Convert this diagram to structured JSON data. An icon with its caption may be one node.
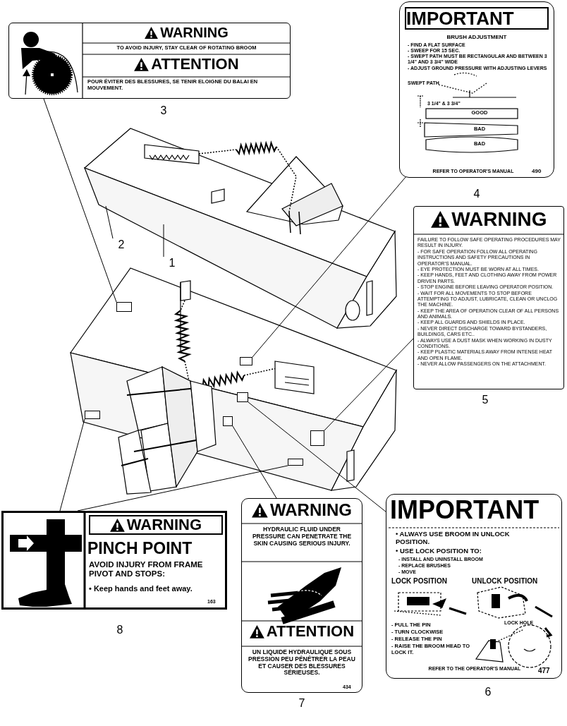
{
  "diagram": {
    "nodes": [
      {
        "text": [
          "WARNING",
          "TO AVOID INJURY, STAY CLEAR OF ROTATING BROOM",
          "ATTENTION",
          "POUR ÉVITER DES BLESSURES, SE TENIR ELOIGNE DU BALAI EN MOUVEMENT."
        ],
        "beside": [
          "3"
        ]
      },
      {
        "text": [
          "IMPORTANT",
          "BRUSH ADJUSTMENT",
          "- FIND A FLAT SURFACE",
          "- SWEEP FOR 15 SEC.",
          "- SWEPT PATH MUST BE RECTANGULAR AND BETWEEN 3 1/4\" AND 3 3/4\" WIDE",
          "- ADJUST GROUND PRESSURE WITH ADJUSTING LEVERS",
          "SWEPT PATH",
          "3 1/4\" & 3 3/4\"",
          "GOOD",
          "BAD",
          "BAD",
          "REFER TO OPERATOR'S MANUAL",
          "490"
        ],
        "beside": [
          "4"
        ]
      },
      {
        "text": [],
        "shape": "picture"
      },
      {
        "text": [
          "2"
        ],
        "in": 2
      },
      {
        "text": [
          "1"
        ],
        "in": 2
      },
      {
        "text": [],
        "shape": "box",
        "in": 2
      },
      {
        "text": [
          "WARNING",
          "FAILURE TO FOLLOW SAFE OPERATING PROCEDURES MAY RESULT IN INJURY.",
          "- FOR SAFE OPERATION FOLLOW ALL OPERATING INSTRUCTIONS AND SAFETY PRECAUTIONS IN OPERATOR'S MANUAL.",
          "- EYE PROTECTION MUST BE WORN AT ALL TIMES.",
          "- KEEP HANDS, FEET AND CLOTHING AWAY FROM POWER DRIVEN PARTS.",
          "- STOP ENGINE BEFORE LEAVING OPERATOR POSITION.",
          "- WAIT FOR ALL MOVEMENTS TO STOP BEFORE ATTEMPTING TO ADJUST, LUBRICATE, CLEAN OR UNCLOG THE MACHINE.",
          "- KEEP THE AREA OF OPERATION CLEAR OF ALL PERSONS AND ANIMALS.",
          "- KEEP ALL GUARDS AND SHIELDS IN PLACE.",
          "- NEVER DIRECT DISCHARGE TOWARD BYSTANDERS, BUILDINGS, CARS ETC..",
          "- ALWAYS USE A DUST MASK WHEN WORKING IN DUSTY CONDITIONS.",
          "- KEEP PLASTIC MATERIALS AWAY FROM INTENSE HEAT AND OPEN FLAME.",
          "- NEVER ALLOW PASSENGERS ON THE ATTACHMENT."
        ],
        "beside": [
          "5"
        ]
      },
      {
        "text": [],
        "shape": "box",
        "in": 2
      },
      {
        "text": [],
        "shape": "box",
        "in": 2
      },
      {
        "text": [],
        "shape": "box",
        "in": 2
      },
      {
        "text": [],
        "shape": "box",
        "in": 2
      },
      {
        "text": [],
        "shape": "box",
        "in": 2
      },
      {
        "text": [],
        "shape": "box",
        "in": 2
      },
      {
        "text": [
          "WARNING",
          "PINCH POINT",
          "AVOID INJURY FROM FRAME PIVOT AND STOPS:",
          "• Keep hands and feet away.",
          "163"
        ],
        "beside": [
          "8"
        ]
      },
      {
        "text": [
          "WARNING",
          "HYDRAULIC FLUID UNDER PRESSURE CAN PENETRATE THE SKIN CAUSING SERIOUS INJURY.",
          "ATTENTION",
          "UN LIQUIDE HYDRAULIQUE SOUS PRESSION PEU PÉNÉTRER LA PEAU ET CAUSER DES BLESSURES SÉRIEUSES.",
          "434"
        ],
        "beside": [
          "7"
        ]
      },
      {
        "text": [
          "IMPORTANT",
          "• ALWAYS USE BROOM IN UNLOCK POSITION.",
          "• USE LOCK POSITION TO:",
          "- INSTALL AND UNINSTALL BROOM",
          "- REPLACE BRUSHES",
          "- MOVE",
          "LOCK POSITION",
          "UNLOCK POSITION",
          "- PULL THE PIN",
          "- TURN CLOCKWISE",
          "- RELEASE THE PIN",
          "- RAISE THE BROOM HEAD TO LOCK IT.",
          "LOCK HOLE",
          "REFER TO THE OPERATOR'S MANUAL",
          "477"
        ],
        "beside": [
          "6"
        ]
      }
    ],
    "edges": [
      {
        "from": 0,
        "to": 5,
        "arrow": "none"
      },
      {
        "from": 1,
        "to": 7,
        "arrow": "none"
      },
      {
        "from": 6,
        "to": 11,
        "arrow": "none"
      },
      {
        "from": 15,
        "to": 8,
        "arrow": "none"
      },
      {
        "from": 14,
        "to": 9,
        "arrow": "none"
      },
      {
        "from": 13,
        "to": 10,
        "arrow": "none"
      },
      {
        "from": 13,
        "to": 12,
        "arrow": "none"
      },
      {
        "from": 3,
        "to": null,
        "arrow": "none"
      },
      {
        "from": 4,
        "to": null,
        "arrow": "none"
      }
    ]
  }
}
